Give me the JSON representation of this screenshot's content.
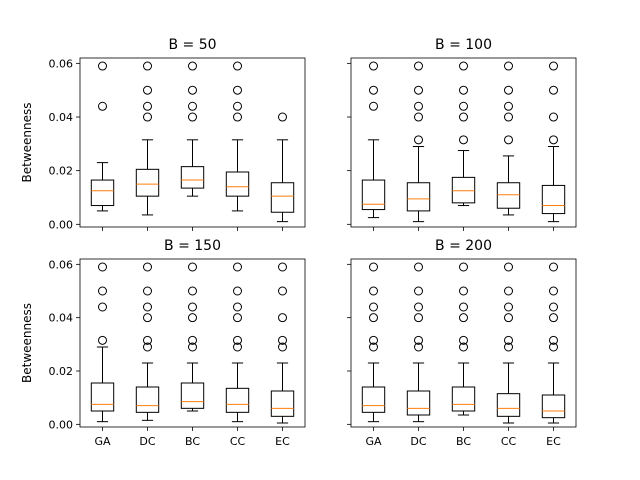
{
  "chart_data": [
    {
      "type": "boxplot",
      "title": "B = 50",
      "ylabel": "Betweenness",
      "categories": [
        "GA",
        "DC",
        "BC",
        "CC",
        "EC"
      ],
      "yticks": [
        "0.00",
        "0.02",
        "0.04",
        "0.06"
      ],
      "ylim": [
        -0.001,
        0.062
      ],
      "boxes": [
        {
          "name": "GA",
          "whislo": 0.005,
          "q1": 0.007,
          "med": 0.0125,
          "q3": 0.0165,
          "whishi": 0.023,
          "fliers": [
            0.044,
            0.059
          ]
        },
        {
          "name": "DC",
          "whislo": 0.0035,
          "q1": 0.0105,
          "med": 0.015,
          "q3": 0.0205,
          "whishi": 0.0315,
          "fliers": [
            0.04,
            0.044,
            0.05,
            0.059
          ]
        },
        {
          "name": "BC",
          "whislo": 0.0105,
          "q1": 0.0135,
          "med": 0.0165,
          "q3": 0.0215,
          "whishi": 0.0315,
          "fliers": [
            0.04,
            0.044,
            0.05,
            0.059
          ]
        },
        {
          "name": "CC",
          "whislo": 0.005,
          "q1": 0.0105,
          "med": 0.014,
          "q3": 0.0195,
          "whishi": 0.0315,
          "fliers": [
            0.04,
            0.044,
            0.05,
            0.059
          ]
        },
        {
          "name": "EC",
          "whislo": 0.001,
          "q1": 0.0045,
          "med": 0.0105,
          "q3": 0.0155,
          "whishi": 0.0315,
          "fliers": [
            0.04
          ]
        }
      ]
    },
    {
      "type": "boxplot",
      "title": "B = 100",
      "ylabel": "",
      "categories": [
        "GA",
        "DC",
        "BC",
        "CC",
        "EC"
      ],
      "yticks": [],
      "ylim": [
        -0.001,
        0.062
      ],
      "boxes": [
        {
          "name": "GA",
          "whislo": 0.0025,
          "q1": 0.0055,
          "med": 0.0075,
          "q3": 0.0165,
          "whishi": 0.0315,
          "fliers": [
            0.044,
            0.05,
            0.059
          ]
        },
        {
          "name": "DC",
          "whislo": 0.001,
          "q1": 0.005,
          "med": 0.0095,
          "q3": 0.0155,
          "whishi": 0.029,
          "fliers": [
            0.0315,
            0.04,
            0.044,
            0.05,
            0.059
          ]
        },
        {
          "name": "BC",
          "whislo": 0.007,
          "q1": 0.008,
          "med": 0.0125,
          "q3": 0.0175,
          "whishi": 0.0275,
          "fliers": [
            0.0315,
            0.04,
            0.044,
            0.05,
            0.059
          ]
        },
        {
          "name": "CC",
          "whislo": 0.0035,
          "q1": 0.006,
          "med": 0.011,
          "q3": 0.0155,
          "whishi": 0.0255,
          "fliers": [
            0.0315,
            0.04,
            0.044,
            0.05,
            0.059
          ]
        },
        {
          "name": "EC",
          "whislo": 0.001,
          "q1": 0.004,
          "med": 0.007,
          "q3": 0.0145,
          "whishi": 0.029,
          "fliers": [
            0.0315,
            0.04,
            0.05,
            0.059
          ]
        }
      ]
    },
    {
      "type": "boxplot",
      "title": "B = 150",
      "ylabel": "Betweenness",
      "categories": [
        "GA",
        "DC",
        "BC",
        "CC",
        "EC"
      ],
      "yticks": [
        "0.00",
        "0.02",
        "0.04",
        "0.06"
      ],
      "ylim": [
        -0.001,
        0.062
      ],
      "boxes": [
        {
          "name": "GA",
          "whislo": 0.001,
          "q1": 0.005,
          "med": 0.0075,
          "q3": 0.0155,
          "whishi": 0.029,
          "fliers": [
            0.0315,
            0.044,
            0.05,
            0.059
          ]
        },
        {
          "name": "DC",
          "whislo": 0.0015,
          "q1": 0.0045,
          "med": 0.007,
          "q3": 0.014,
          "whishi": 0.023,
          "fliers": [
            0.029,
            0.0315,
            0.04,
            0.044,
            0.05,
            0.059
          ]
        },
        {
          "name": "BC",
          "whislo": 0.005,
          "q1": 0.006,
          "med": 0.0085,
          "q3": 0.0155,
          "whishi": 0.023,
          "fliers": [
            0.029,
            0.0315,
            0.04,
            0.044,
            0.05,
            0.059
          ]
        },
        {
          "name": "CC",
          "whislo": 0.001,
          "q1": 0.0045,
          "med": 0.0075,
          "q3": 0.0135,
          "whishi": 0.023,
          "fliers": [
            0.029,
            0.0315,
            0.04,
            0.044,
            0.05,
            0.059
          ]
        },
        {
          "name": "EC",
          "whislo": 0.0005,
          "q1": 0.003,
          "med": 0.006,
          "q3": 0.0125,
          "whishi": 0.023,
          "fliers": [
            0.029,
            0.0315,
            0.04,
            0.05,
            0.059
          ]
        }
      ]
    },
    {
      "type": "boxplot",
      "title": "B = 200",
      "ylabel": "",
      "categories": [
        "GA",
        "DC",
        "BC",
        "CC",
        "EC"
      ],
      "yticks": [],
      "ylim": [
        -0.001,
        0.062
      ],
      "boxes": [
        {
          "name": "GA",
          "whislo": 0.001,
          "q1": 0.0045,
          "med": 0.007,
          "q3": 0.014,
          "whishi": 0.023,
          "fliers": [
            0.029,
            0.0315,
            0.04,
            0.044,
            0.05,
            0.059
          ]
        },
        {
          "name": "DC",
          "whislo": 0.001,
          "q1": 0.0035,
          "med": 0.006,
          "q3": 0.0125,
          "whishi": 0.023,
          "fliers": [
            0.029,
            0.0315,
            0.04,
            0.044,
            0.05,
            0.059
          ]
        },
        {
          "name": "BC",
          "whislo": 0.0035,
          "q1": 0.005,
          "med": 0.0075,
          "q3": 0.014,
          "whishi": 0.023,
          "fliers": [
            0.029,
            0.0315,
            0.04,
            0.044,
            0.05,
            0.059
          ]
        },
        {
          "name": "CC",
          "whislo": 0.0005,
          "q1": 0.003,
          "med": 0.006,
          "q3": 0.0115,
          "whishi": 0.023,
          "fliers": [
            0.029,
            0.0315,
            0.04,
            0.044,
            0.05,
            0.059
          ]
        },
        {
          "name": "EC",
          "whislo": 0.0005,
          "q1": 0.0025,
          "med": 0.005,
          "q3": 0.011,
          "whishi": 0.023,
          "fliers": [
            0.029,
            0.0315,
            0.04,
            0.044,
            0.05,
            0.059
          ]
        }
      ]
    }
  ],
  "colors": {
    "median": "#ff7f0e",
    "box": "#000000",
    "background": "#ffffff"
  }
}
